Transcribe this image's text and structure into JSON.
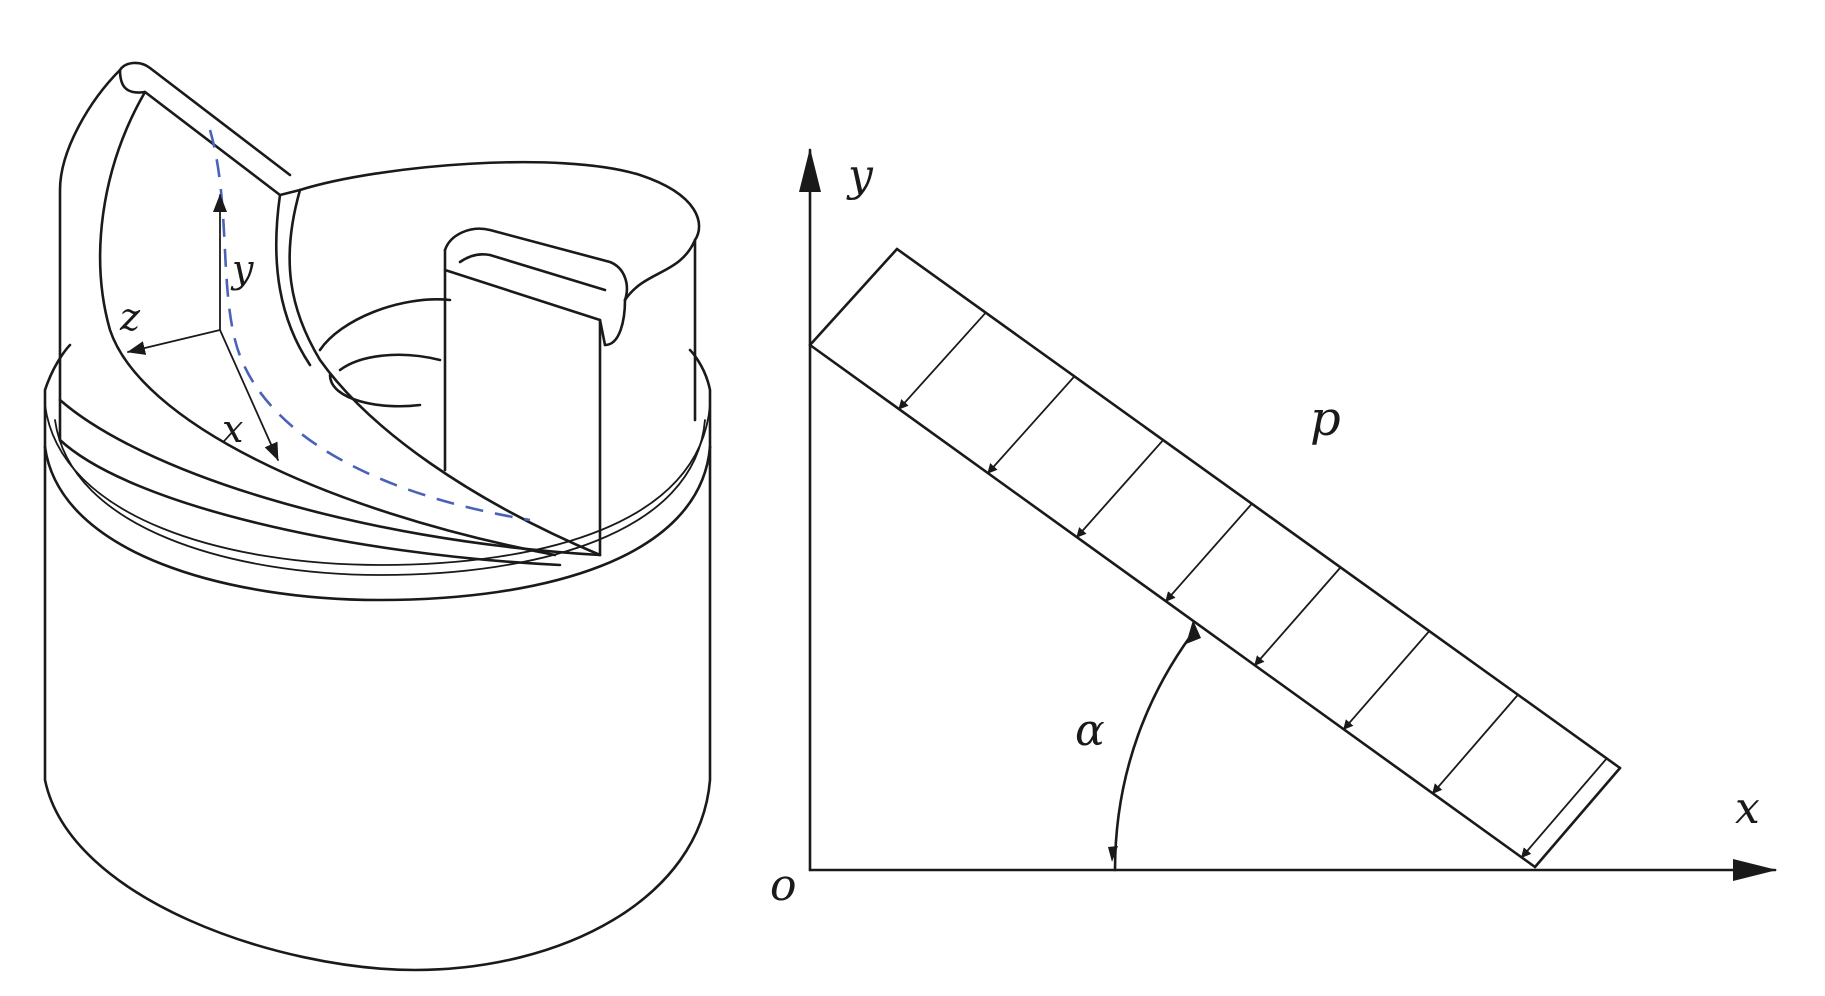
{
  "left_figure": {
    "axis_labels": {
      "x": "x",
      "y": "y",
      "z": "z"
    },
    "dashed_curve_color": "#4a63b8"
  },
  "right_figure": {
    "axis_labels": {
      "x": "x",
      "y": "y",
      "origin": "o"
    },
    "load_label": "p",
    "angle_label": "α",
    "pressure_arrow_count": 8
  }
}
